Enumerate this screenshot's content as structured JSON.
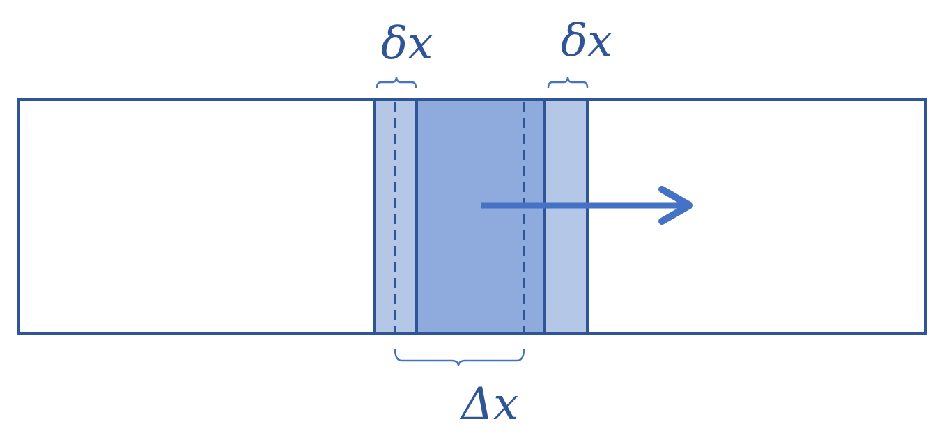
{
  "labels": {
    "left_delta": "δx",
    "right_delta": "δx",
    "span": "Δx"
  },
  "colors": {
    "outline": "#2f5597",
    "light_fill": "#b4c7e7",
    "medium_fill": "#8faadc",
    "arrow": "#4472c4",
    "bracket": "#4472c4"
  }
}
